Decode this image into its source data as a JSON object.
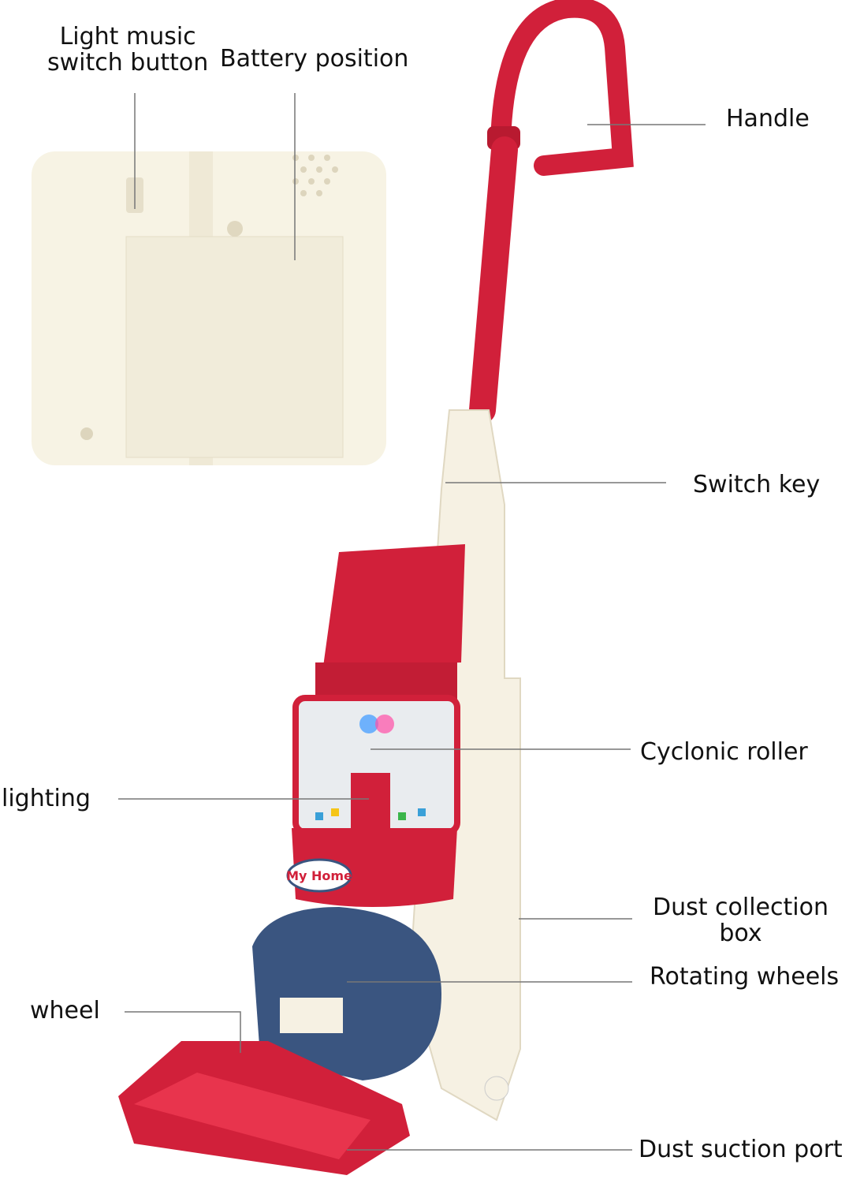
{
  "labels": {
    "light_music_switch": [
      "Light music",
      "switch button"
    ],
    "battery_position": "Battery position",
    "handle": "Handle",
    "switch_key": "Switch key",
    "cyclonic_roller": "Cyclonic roller",
    "lighting": "lighting",
    "dust_collection_box": [
      "Dust collection",
      "box"
    ],
    "rotating_wheels": "Rotating wheels",
    "wheel": "wheel",
    "dust_suction_port": "Dust suction port"
  },
  "logo_text": "My Home",
  "colors": {
    "red": "#d1203a",
    "cream": "#f6f1e3",
    "navy": "#3a5580",
    "line": "#777777"
  }
}
